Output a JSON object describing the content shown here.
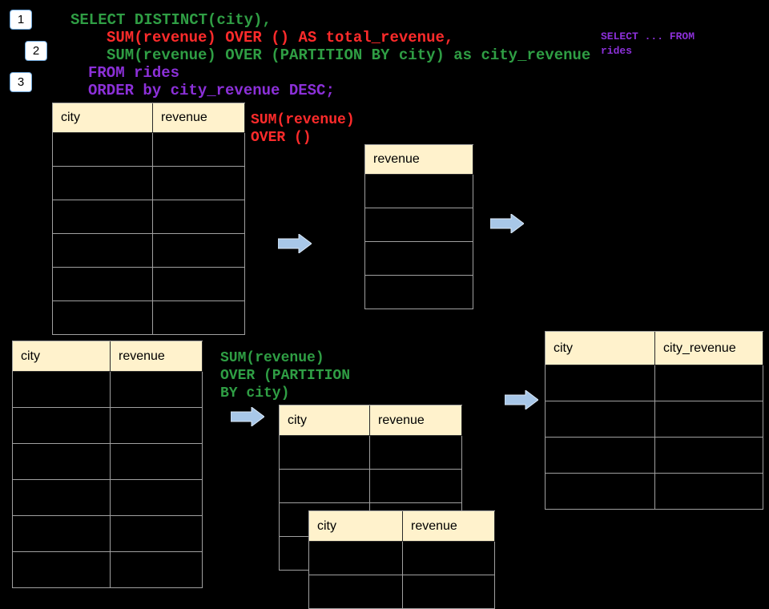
{
  "colors": {
    "background": "#000000",
    "sql_green": "#2f9e44",
    "sql_red": "#ff2b2b",
    "sql_purple": "#8c30d9",
    "arrow_blue": "#a8c7e8",
    "table_header_bg": "#fff2cc"
  },
  "step_badges": [
    "1",
    "2",
    "3"
  ],
  "sql_code": {
    "line1": "SELECT DISTINCT(city),",
    "line2": "SUM(revenue) OVER () AS total_revenue,",
    "line3": "SUM(revenue) OVER (PARTITION BY city) as city_revenue",
    "line4": "FROM rides",
    "line5": "ORDER by city_revenue DESC;"
  },
  "from_note": {
    "line1": "SELECT ... FROM",
    "line2": "rides"
  },
  "annotations": {
    "over_all": {
      "line1": "SUM(revenue)",
      "line2": "OVER ()"
    },
    "over_partition": {
      "line1": "SUM(revenue)",
      "line2": "OVER (PARTITION",
      "line3": "BY city)"
    }
  },
  "tables": {
    "input_top": {
      "headers": [
        "city",
        "revenue"
      ],
      "empty_rows": 6
    },
    "revenue_result": {
      "headers": [
        "revenue"
      ],
      "empty_rows": 4
    },
    "input_bottom": {
      "headers": [
        "city",
        "revenue"
      ],
      "empty_rows": 6
    },
    "partition_a": {
      "headers": [
        "city",
        "revenue"
      ],
      "empty_rows": 4
    },
    "partition_b": {
      "headers": [
        "city",
        "revenue"
      ],
      "empty_rows": 2
    },
    "city_revenue_result": {
      "headers": [
        "city",
        "city_revenue"
      ],
      "empty_rows": 4
    }
  }
}
